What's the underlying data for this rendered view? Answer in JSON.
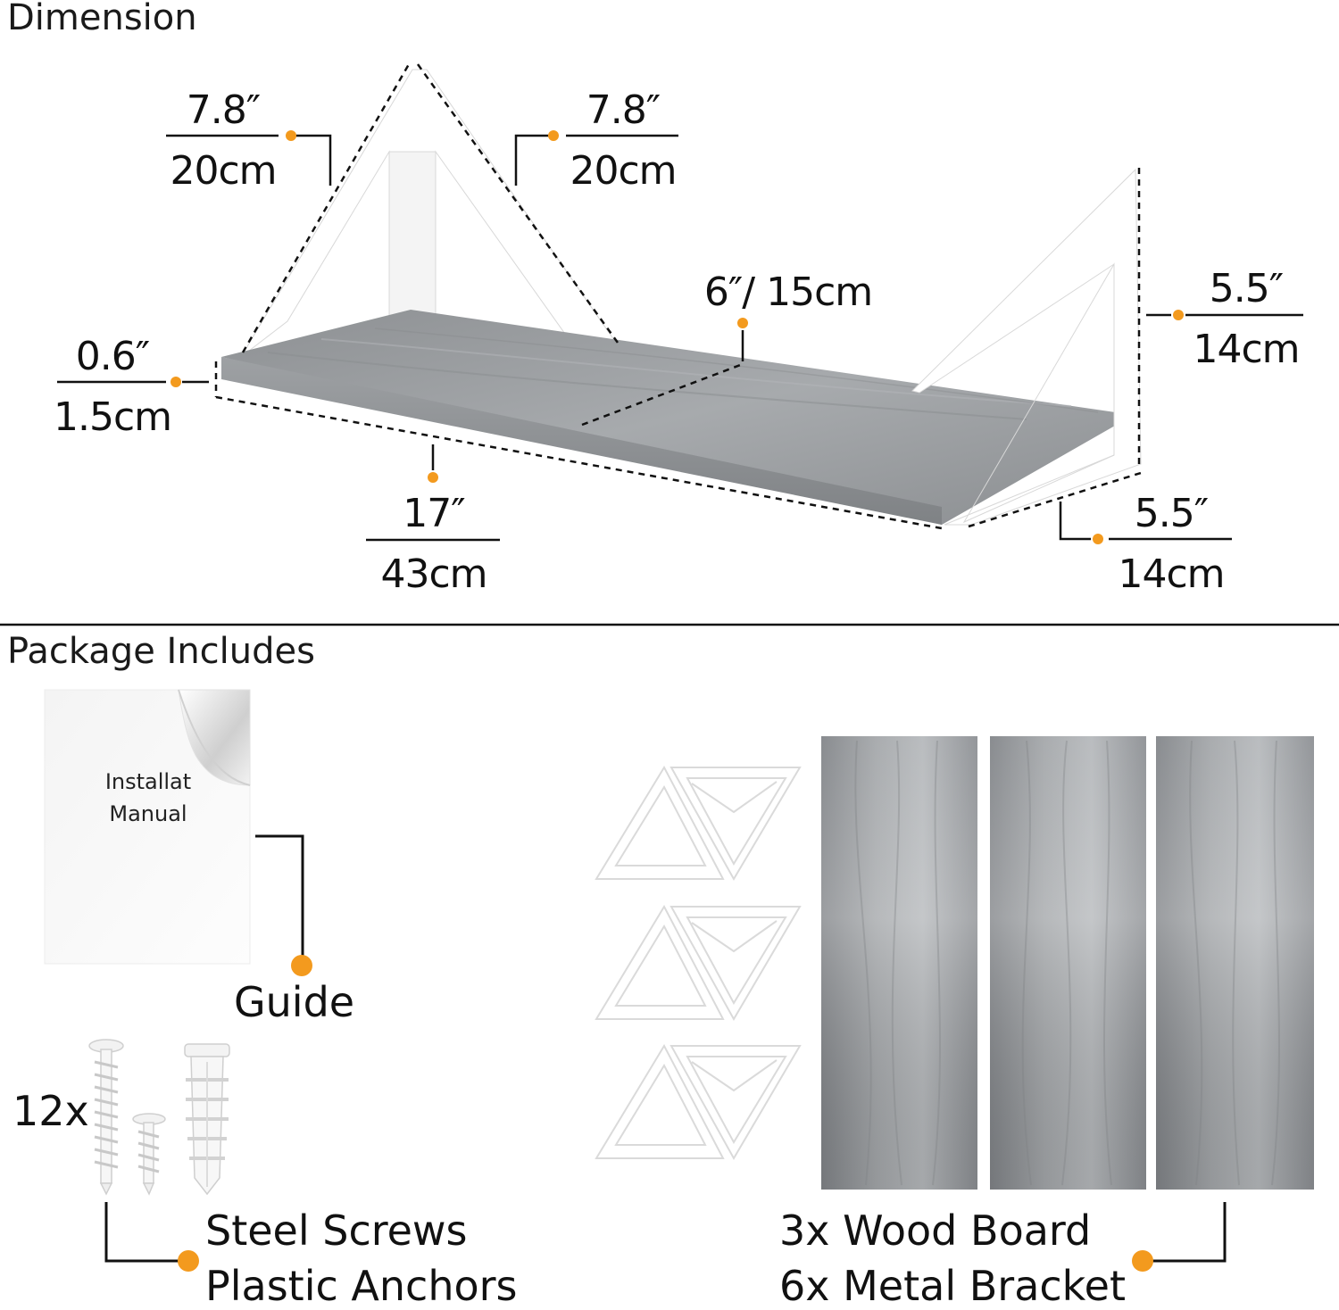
{
  "colors": {
    "accent": "#f39a1e",
    "wood": "#9a9da0",
    "bracket": "#ffffff",
    "line": "#111111"
  },
  "dimension": {
    "heading": "Dimension",
    "left_bracket_height": {
      "top": "7.8″",
      "bottom": "20cm"
    },
    "left_bracket_width": {
      "top": "7.8″",
      "bottom": "20cm"
    },
    "depth_label": "6″/ 15cm",
    "thickness": {
      "top": "0.6″",
      "bottom": "1.5cm"
    },
    "length": {
      "top": "17″",
      "bottom": "43cm"
    },
    "right_bracket_height": {
      "top": "5.5″",
      "bottom": "14cm"
    },
    "right_bracket_depth": {
      "top": "5.5″",
      "bottom": "14cm"
    }
  },
  "package": {
    "heading": "Package Includes",
    "manual_line1": "Installat",
    "manual_line2": "Manual",
    "guide_label": "Guide",
    "screws_count": "12x",
    "screws_line1": "Steel Screws",
    "screws_line2": "Plastic Anchors",
    "boards_line1": "3x Wood Board",
    "boards_line2": "6x Metal Bracket"
  }
}
